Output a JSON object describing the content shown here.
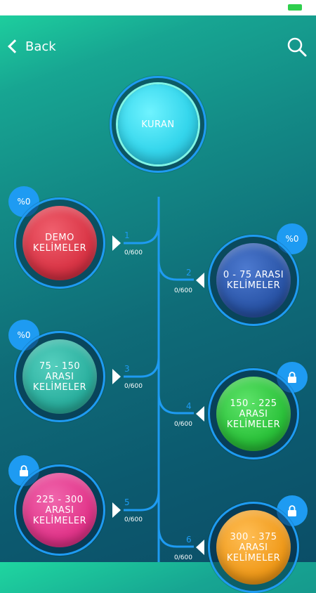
{
  "header": {
    "back_label": "Back"
  },
  "root": {
    "label": "KURAN"
  },
  "levels": [
    {
      "num": "1",
      "label": "DEMO\nKELİMELER",
      "progress": "0/600",
      "badge": "%0",
      "locked": false,
      "color": "#d93445"
    },
    {
      "num": "2",
      "label": "0 - 75 ARASI\nKELİMELER",
      "progress": "0/600",
      "badge": "%0",
      "locked": false,
      "color": "#2a55a8"
    },
    {
      "num": "3",
      "label": "75 - 150\nARASI\nKELİMELER",
      "progress": "0/600",
      "badge": "%0",
      "locked": false,
      "color": "#2bb09f"
    },
    {
      "num": "4",
      "label": "150 - 225\nARASI\nKELİMELER",
      "progress": "0/600",
      "badge": "",
      "locked": true,
      "color": "#2bc23a"
    },
    {
      "num": "5",
      "label": "225 - 300\nARASI\nKELİMELER",
      "progress": "0/600",
      "badge": "",
      "locked": true,
      "color": "#e2358a"
    },
    {
      "num": "6",
      "label": "300 - 375\nARASI\nKELİMELER",
      "progress": "0/600",
      "badge": "",
      "locked": true,
      "color": "#f09a1a"
    }
  ]
}
